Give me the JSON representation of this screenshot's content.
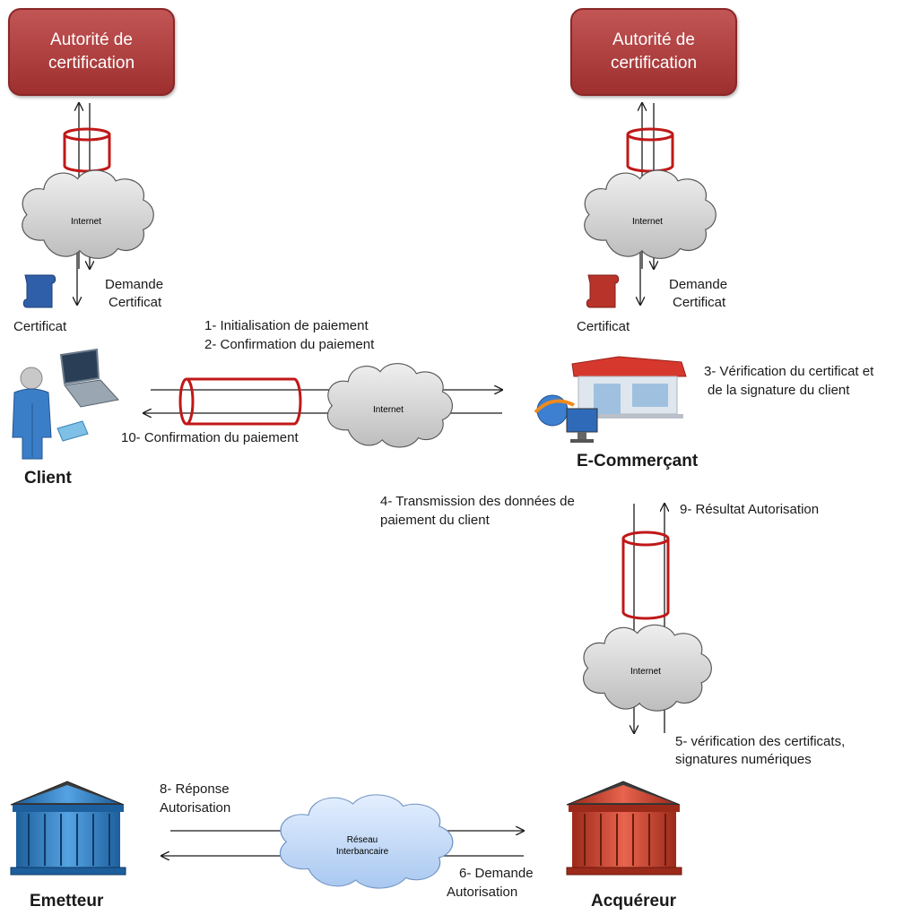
{
  "ca_left": {
    "line1": "Autorité de",
    "line2": "certification"
  },
  "ca_right": {
    "line1": "Autorité de",
    "line2": "certification"
  },
  "clouds": {
    "left": "Internet",
    "right": "Internet",
    "center": "Internet",
    "lower": "Internet",
    "bank_line1": "Réseau",
    "bank_line2": "Interbancaire"
  },
  "labels": {
    "demande_left_1": "Demande",
    "demande_left_2": "Certificat",
    "certificat_left": "Certificat",
    "demande_right_1": "Demande",
    "demande_right_2": "Certificat",
    "certificat_right": "Certificat",
    "step1": "1- Initialisation de paiement",
    "step2": "2- Confirmation du paiement",
    "step10": "10- Confirmation du paiement",
    "step3_1": "3- Vérification du certificat et",
    "step3_2": "de la signature du client",
    "step4_1": "4- Transmission des données de",
    "step4_2": "paiement du client",
    "step9": "9- Résultat Autorisation",
    "step5_1": "5-  vérification des certificats,",
    "step5_2": "signatures numériques",
    "step8_1": "8- Réponse",
    "step8_2": "Autorisation",
    "step6_1": "6- Demande",
    "step6_2": "Autorisation"
  },
  "actors": {
    "client": "Client",
    "merchant": "E-Commerçant",
    "issuer": "Emetteur",
    "acquirer": "Acquéreur"
  },
  "colors": {
    "ca_fill": "#a63a3a",
    "tunnel": "#c01818",
    "cloud": "#d4d4d4",
    "bank_cloud": "#c7dcf6",
    "issuer_blue": "#2a7fc4",
    "acquirer_red": "#c9412e",
    "client_blue": "#3b7ec8"
  }
}
